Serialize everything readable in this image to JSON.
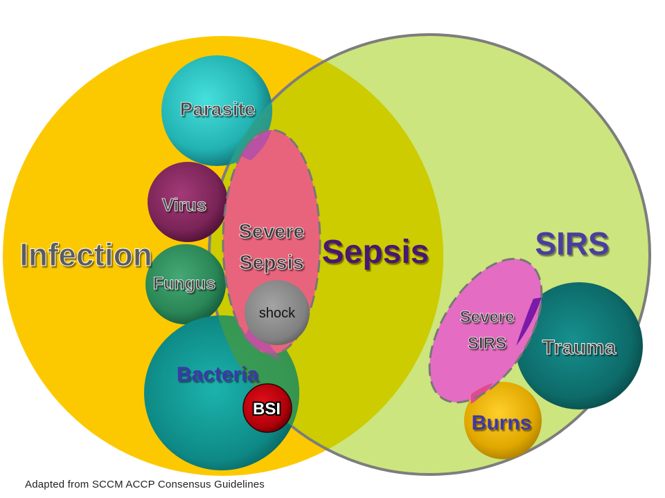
{
  "labels": {
    "infection": "Infection",
    "sirs": "SIRS",
    "sepsis": "Sepsis",
    "severe_sepsis_line1": "Severe",
    "severe_sepsis_line2": "Sepsis",
    "shock": "shock",
    "parasite": "Parasite",
    "virus": "Virus",
    "fungus": "Fungus",
    "bacteria": "Bacteria",
    "bsi": "BSI",
    "severe_sirs_line1": "Severe",
    "severe_sirs_line2": "SIRS",
    "trauma": "Trauma",
    "burns": "Burns"
  },
  "caption": "Adapted from SCCM ACCP Consensus Guidelines",
  "colors": {
    "infection": "#fcc900",
    "sirs": "#cce57e",
    "sepsis_overlap": "#cccc00",
    "severe_sepsis": "#e8647c",
    "severe_sirs": "#e46cc2",
    "shock": "#808080",
    "parasite": "#28b8b8",
    "virus": "#7d2658",
    "fungus": "#2a8756",
    "bacteria": "#0e8a86",
    "bsi": "#c0000b",
    "trauma": "#0d6c6a",
    "burns": "#e0a800",
    "sirs_label": "#4b3e9e",
    "bacteria_label": "#3e38a8",
    "burns_label": "#3e38a8"
  }
}
